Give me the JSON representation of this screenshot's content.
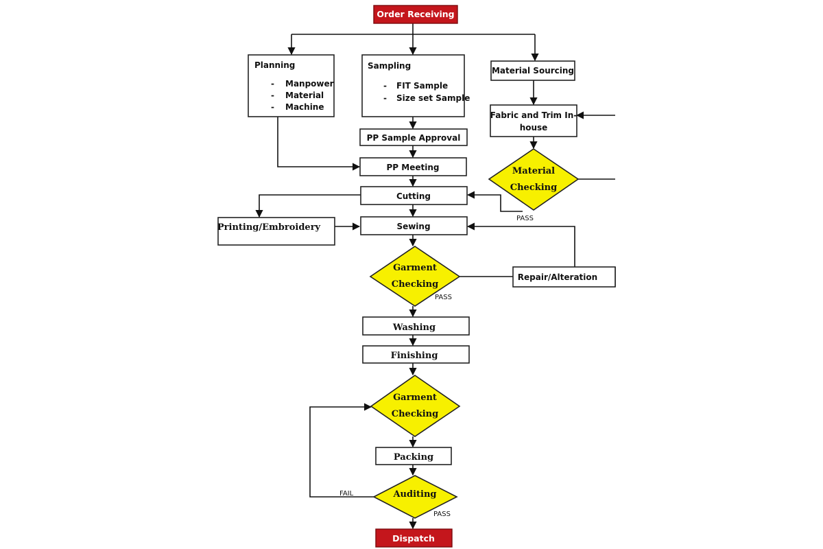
{
  "nodes": {
    "order_receiving": "Order Receiving",
    "planning": {
      "title": "Planning",
      "items": [
        "Manpower",
        "Material",
        "Machine"
      ]
    },
    "sampling": {
      "title": "Sampling",
      "items": [
        "FIT Sample",
        "Size set Sample"
      ]
    },
    "material_sourcing": "Material Sourcing",
    "fabric_trim": [
      "Fabric and Trim In-",
      "house"
    ],
    "material_checking": [
      "Material",
      "Checking"
    ],
    "pp_sample_approval": "PP Sample Approval",
    "pp_meeting": "PP Meeting",
    "cutting": "Cutting",
    "printing_embroidery": "Printing/Embroidery",
    "sewing": "Sewing",
    "garment_checking_1": [
      "Garment",
      "Checking"
    ],
    "repair_alteration": "Repair/Alteration",
    "washing": "Washing",
    "finishing": "Finishing",
    "garment_checking_2": [
      "Garment",
      "Checking"
    ],
    "packing": "Packing",
    "auditing": "Auditing",
    "dispatch": "Dispatch"
  },
  "labels": {
    "material_pass": "PASS",
    "garment_pass": "PASS",
    "audit_fail": "FAIL",
    "audit_pass": "PASS",
    "bullet": "-"
  },
  "colors": {
    "terminal_fill": "#c4161c",
    "decision_fill": "#f7f000"
  }
}
